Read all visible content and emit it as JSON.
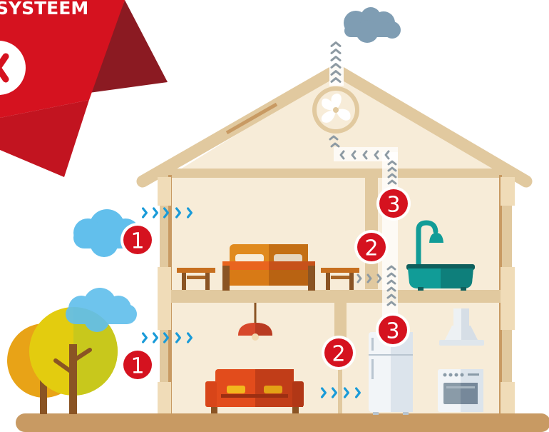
{
  "banner": {
    "title": "SYSTEEM",
    "red": "#d5121f",
    "dark_red": "#8b1a22"
  },
  "markers": [
    {
      "label": "1"
    },
    {
      "label": "1"
    },
    {
      "label": "2"
    },
    {
      "label": "2"
    },
    {
      "label": "3"
    },
    {
      "label": "3"
    }
  ],
  "colors": {
    "wall": "#f7ecd8",
    "frame": "#e1c99f",
    "ground": "#c89a63",
    "marker": "#d5121f",
    "fresh_air": "#1a9bd8",
    "exhaust_air": "#8d9aa3",
    "sky_cloud": "#62bfec",
    "grey_cloud": "#7f9db3"
  },
  "icons": [
    "fan-icon",
    "bed-icon",
    "nightstand-icon",
    "bathtub-icon",
    "shower-icon",
    "sofa-icon",
    "ceiling-lamp-icon",
    "fridge-icon",
    "cooker-hood-icon",
    "oven-icon",
    "tree-icon",
    "cloud-icon"
  ]
}
